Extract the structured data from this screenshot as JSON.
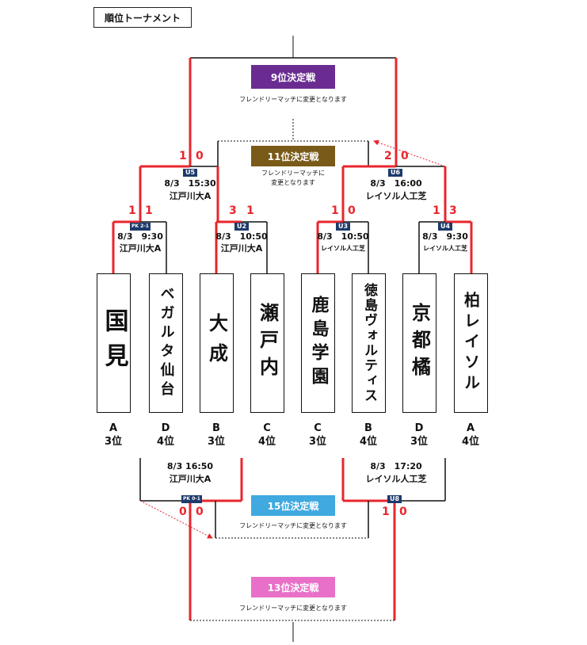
{
  "title": "順位トーナメント",
  "colors": {
    "winner_line": "#e8262d",
    "place9": "#6a2c91",
    "place11": "#7a5a18",
    "place15": "#3fa9e0",
    "place13": "#e870c8",
    "match_tag": "#1d3a6b"
  },
  "labels": {
    "place9": "9位決定戦",
    "place11": "11位決定戦",
    "place15": "15位決定戦",
    "place13": "13位決定戦",
    "friendly": "フレンドリーマッチに変更となります",
    "friendly_line1": "フレンドリーマッチに",
    "friendly_line2": "変更となります"
  },
  "matches": {
    "u5": {
      "tag": "U5",
      "date_time": "8/3　15:30",
      "venue": "江戸川大A",
      "score_left": "1",
      "score_right": "0"
    },
    "u6": {
      "tag": "U6",
      "date_time": "8/3　16:00",
      "venue": "レイソル人工芝",
      "score_left": "2",
      "score_right": "0"
    },
    "u1": {
      "tag": "PK 2-1",
      "date_time": "8/3　9:30",
      "venue": "江戸川大A",
      "score_left": "1",
      "score_right": "1"
    },
    "u2": {
      "tag": "U2",
      "date_time": "8/3　10:50",
      "venue": "江戸川大A",
      "score_left": "3",
      "score_right": "1"
    },
    "u3": {
      "tag": "U3",
      "date_time": "8/3　10:50",
      "venue": "レイソル人工芝",
      "score_left": "1",
      "score_right": "0"
    },
    "u4": {
      "tag": "U4",
      "date_time": "8/3　9:30",
      "venue": "レイソル人工芝",
      "score_left": "1",
      "score_right": "3"
    },
    "u7": {
      "tag": "PK 0-1",
      "date_time": "8/3 16:50",
      "venue": "江戸川大A",
      "score_left": "0",
      "score_right": "0"
    },
    "u8": {
      "tag": "U8",
      "date_time": "8/3　17:20",
      "venue": "レイソル人工芝",
      "score_left": "1",
      "score_right": "0"
    }
  },
  "teams": [
    {
      "name": "国見",
      "group": "A",
      "rank": "3位"
    },
    {
      "name": "ベガルタ仙台",
      "group": "D",
      "rank": "4位"
    },
    {
      "name": "大成",
      "group": "B",
      "rank": "3位"
    },
    {
      "name": "瀬戸内",
      "group": "C",
      "rank": "4位"
    },
    {
      "name": "鹿島学園",
      "group": "C",
      "rank": "3位"
    },
    {
      "name": "徳島ヴォルティス",
      "group": "B",
      "rank": "4位"
    },
    {
      "name": "京都橘",
      "group": "D",
      "rank": "3位"
    },
    {
      "name": "柏レイソル",
      "group": "A",
      "rank": "4位"
    }
  ]
}
